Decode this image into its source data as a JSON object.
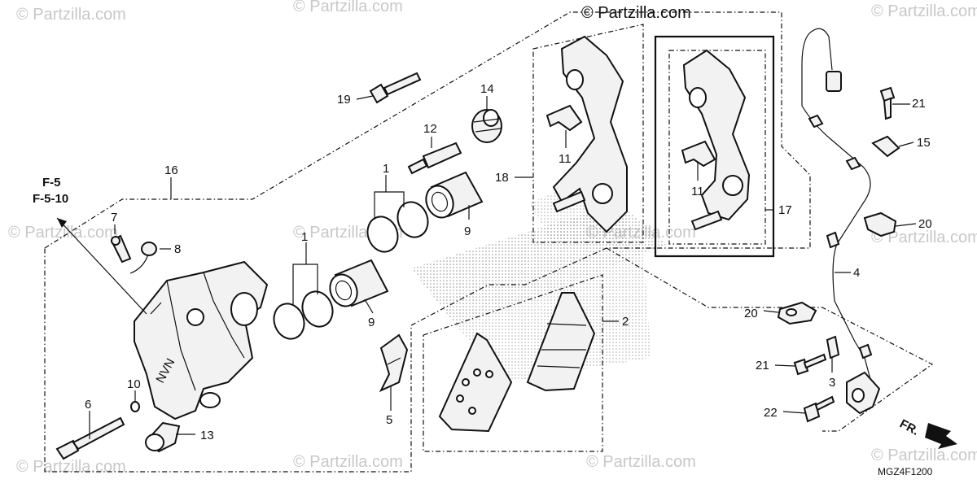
{
  "diagram": {
    "copyright": "© Partzilla.com",
    "watermark": "© Partzilla.com",
    "reference": {
      "line1": "F-5",
      "line2": "F-5-10"
    },
    "code": "MGZ4F1200",
    "direction": "FR.",
    "caliper_marking": "NVN"
  },
  "callouts": [
    {
      "id": "c1a",
      "text": "1"
    },
    {
      "id": "c1b",
      "text": "1"
    },
    {
      "id": "c2",
      "text": "2"
    },
    {
      "id": "c3",
      "text": "3"
    },
    {
      "id": "c4",
      "text": "4"
    },
    {
      "id": "c5",
      "text": "5"
    },
    {
      "id": "c6",
      "text": "6"
    },
    {
      "id": "c7",
      "text": "7"
    },
    {
      "id": "c8",
      "text": "8"
    },
    {
      "id": "c9a",
      "text": "9"
    },
    {
      "id": "c9b",
      "text": "9"
    },
    {
      "id": "c10",
      "text": "10"
    },
    {
      "id": "c11a",
      "text": "11"
    },
    {
      "id": "c11b",
      "text": "11"
    },
    {
      "id": "c12",
      "text": "12"
    },
    {
      "id": "c13",
      "text": "13"
    },
    {
      "id": "c14",
      "text": "14"
    },
    {
      "id": "c15",
      "text": "15"
    },
    {
      "id": "c16",
      "text": "16"
    },
    {
      "id": "c17",
      "text": "17"
    },
    {
      "id": "c18",
      "text": "18"
    },
    {
      "id": "c19",
      "text": "19"
    },
    {
      "id": "c20a",
      "text": "20"
    },
    {
      "id": "c20b",
      "text": "20"
    },
    {
      "id": "c21a",
      "text": "21"
    },
    {
      "id": "c21b",
      "text": "21"
    },
    {
      "id": "c22",
      "text": "22"
    }
  ]
}
